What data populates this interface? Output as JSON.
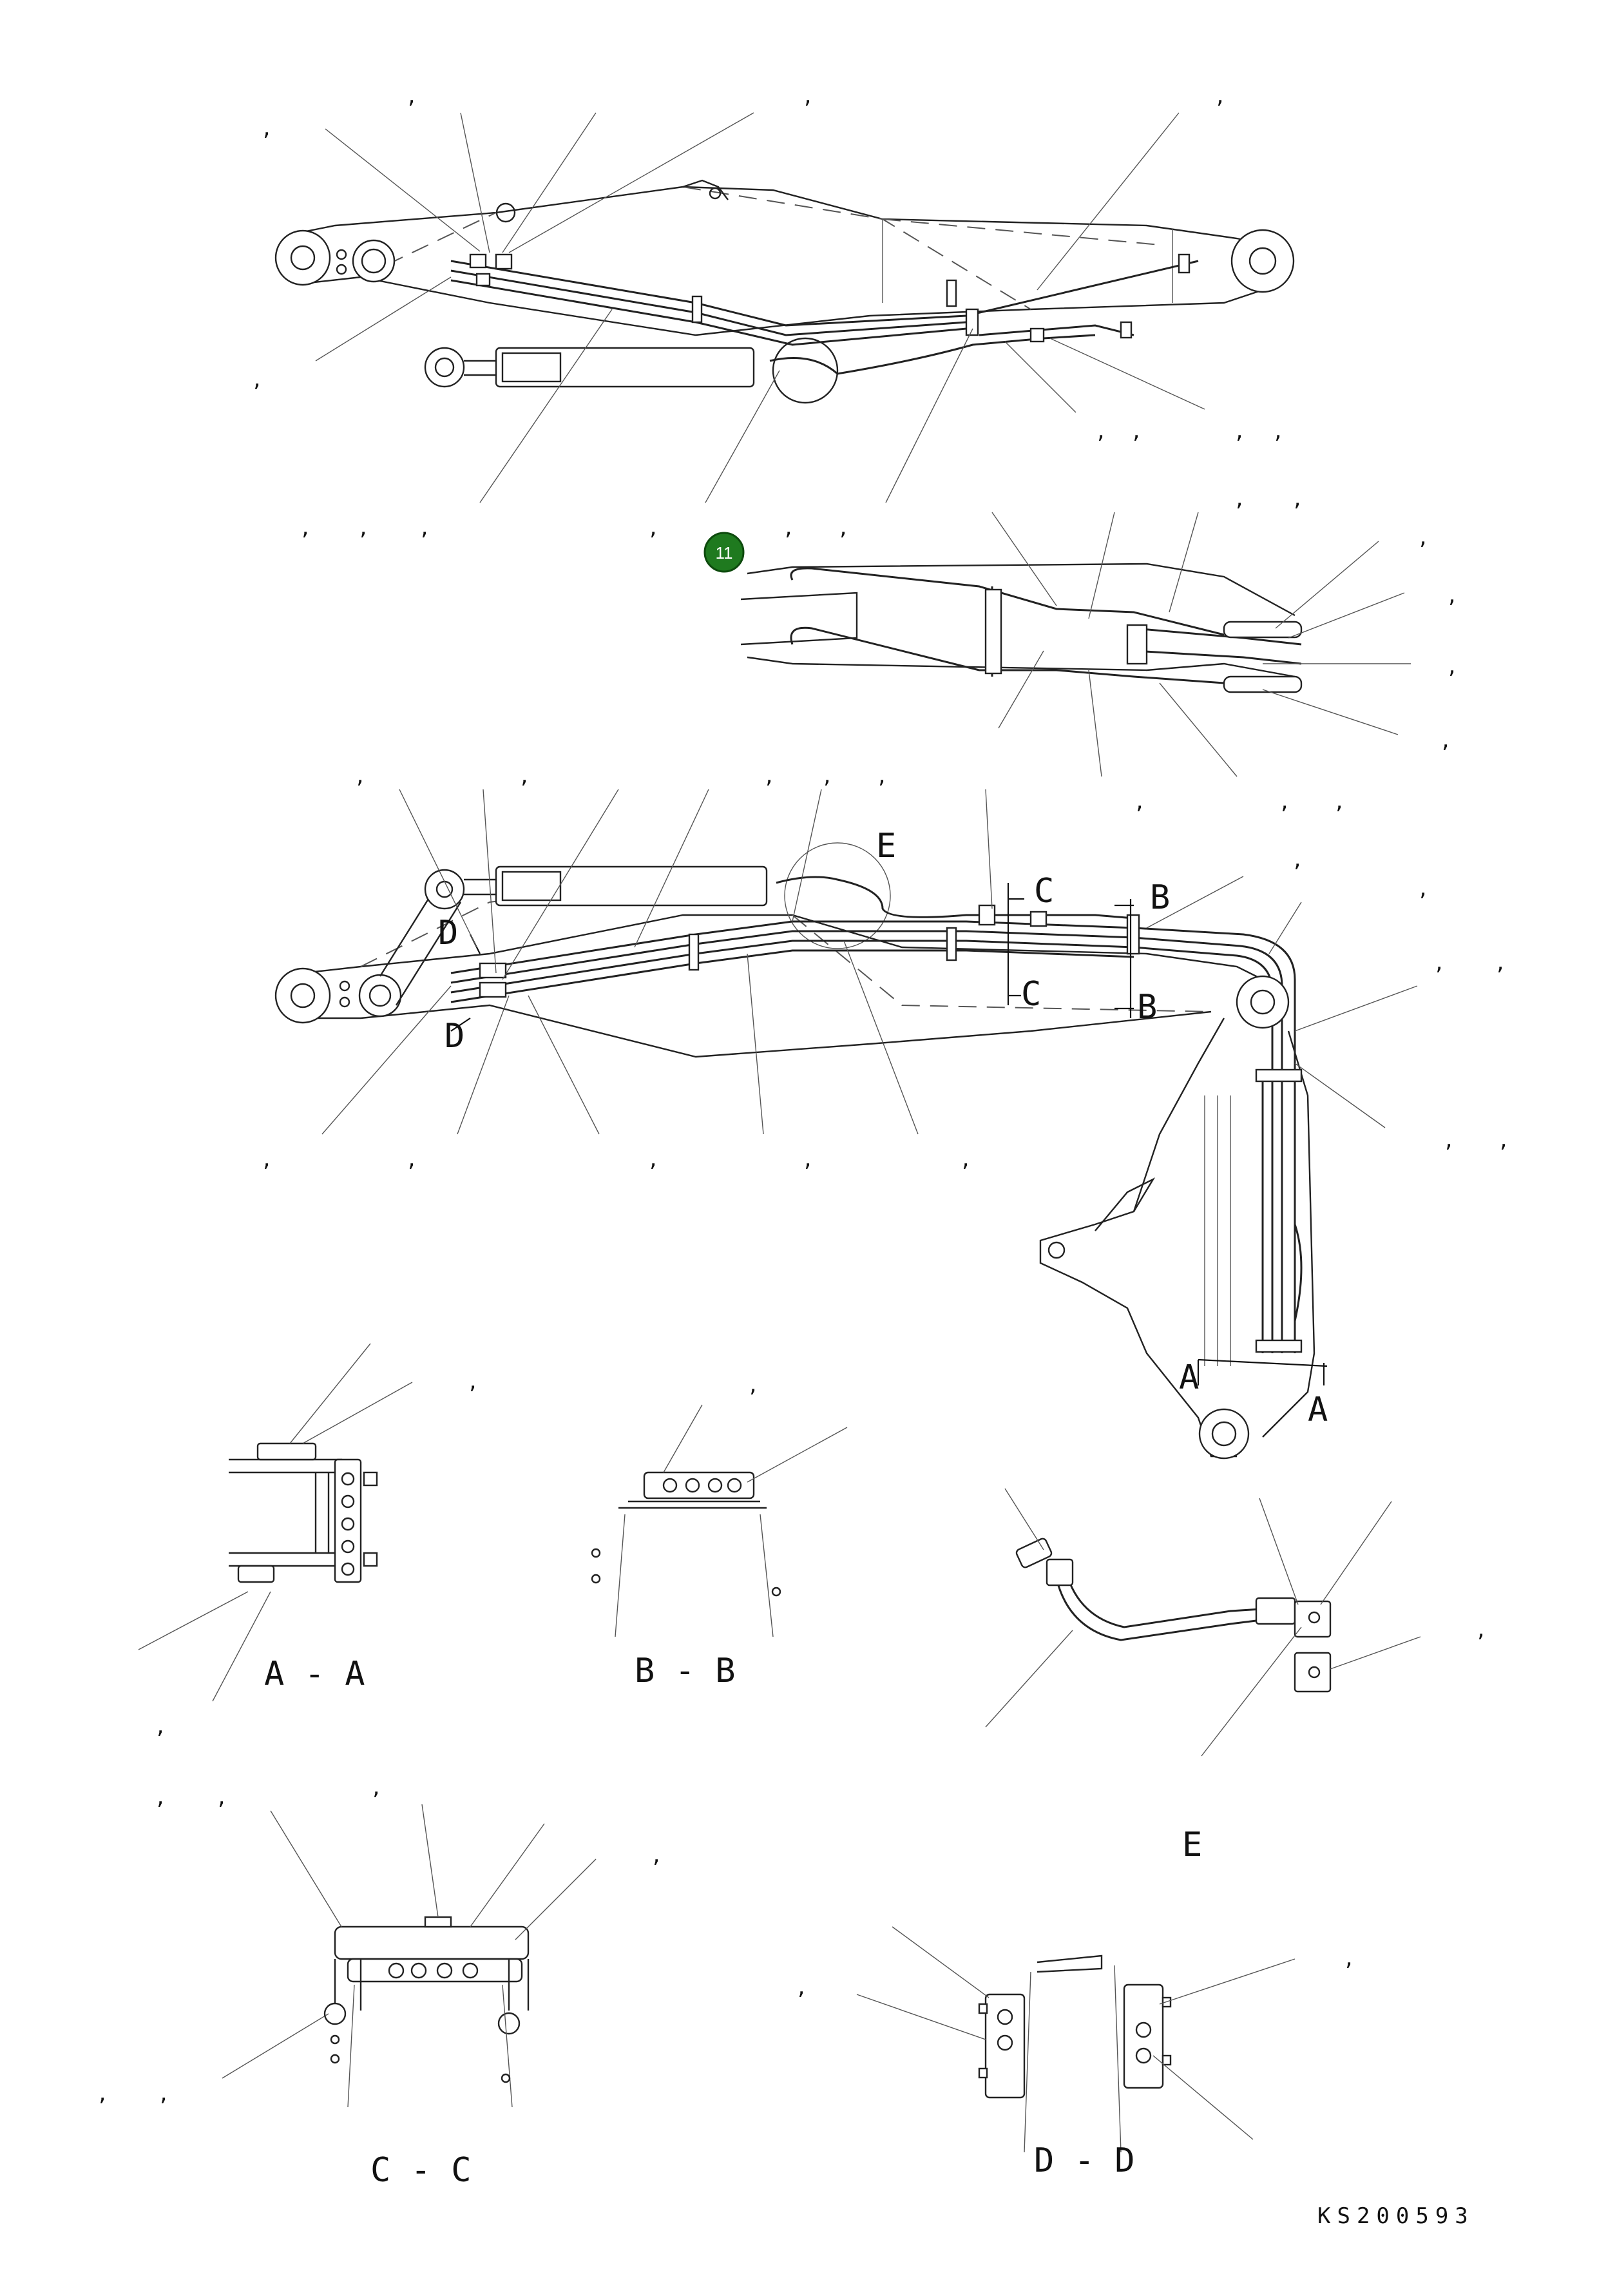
{
  "diagram": {
    "drawing_code": "KS200593",
    "views": {
      "section_a": "A - A",
      "section_b": "B - B",
      "section_c": "C - C",
      "section_d": "D - D",
      "detail_e": "E"
    },
    "cut_markers": {
      "a": "A",
      "b": "B",
      "c": "C",
      "d": "D",
      "e": "E"
    },
    "callout_badge": {
      "label": "11",
      "color": "#1f7a1f"
    },
    "separator": ","
  }
}
